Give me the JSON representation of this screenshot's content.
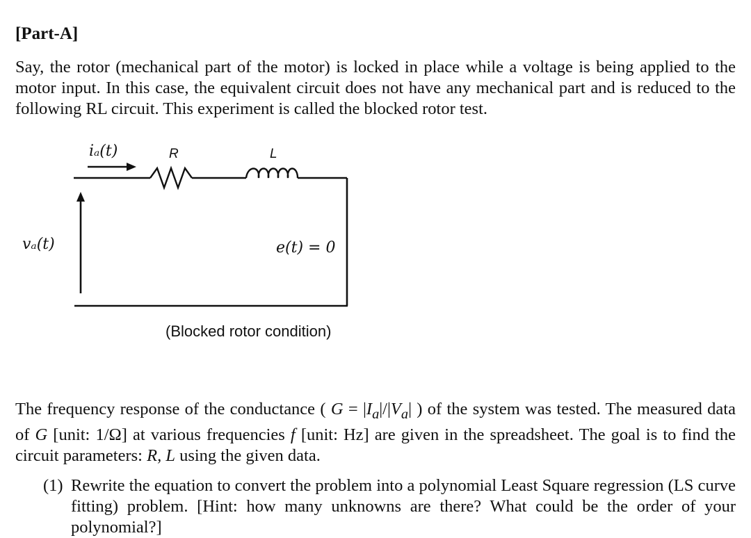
{
  "section": {
    "heading": "[Part-A]"
  },
  "intro": {
    "text": "Say, the rotor (mechanical part of the motor) is locked in place while a voltage is being applied to the motor input. In this case, the equivalent circuit does not have any mechanical part and is reduced to the following RL circuit. This experiment is called the blocked rotor test."
  },
  "circuit": {
    "current_label": "iₐ(t)",
    "resistor_label": "R",
    "inductor_label": "L",
    "voltage_label": "vₐ(t)",
    "emf_label": "e(t) = 0",
    "caption": "(Blocked rotor condition)"
  },
  "frequency_paragraph": {
    "s1": "The frequency response of the conductance ( ",
    "g": "G",
    "eq": " = |",
    "ia": "I",
    "sub_a1": "a",
    "slash": "|/|",
    "va": "V",
    "sub_a2": "a",
    "s2": "| ) of the system was tested. The measured data of ",
    "g2": "G",
    "s3": " [unit: 1/Ω] at various frequencies ",
    "f": "f",
    "s4": " [unit: Hz] are given in the spreadsheet. The goal is to find the circuit parameters: ",
    "rl": "R, L",
    "s5": " using the given data."
  },
  "questions": [
    {
      "number": "(1)",
      "text": "Rewrite the equation to convert the problem into a polynomial Least Square regression (LS curve fitting) problem. [Hint: how many unknowns are there? What could be the order of your polynomial?]"
    }
  ]
}
